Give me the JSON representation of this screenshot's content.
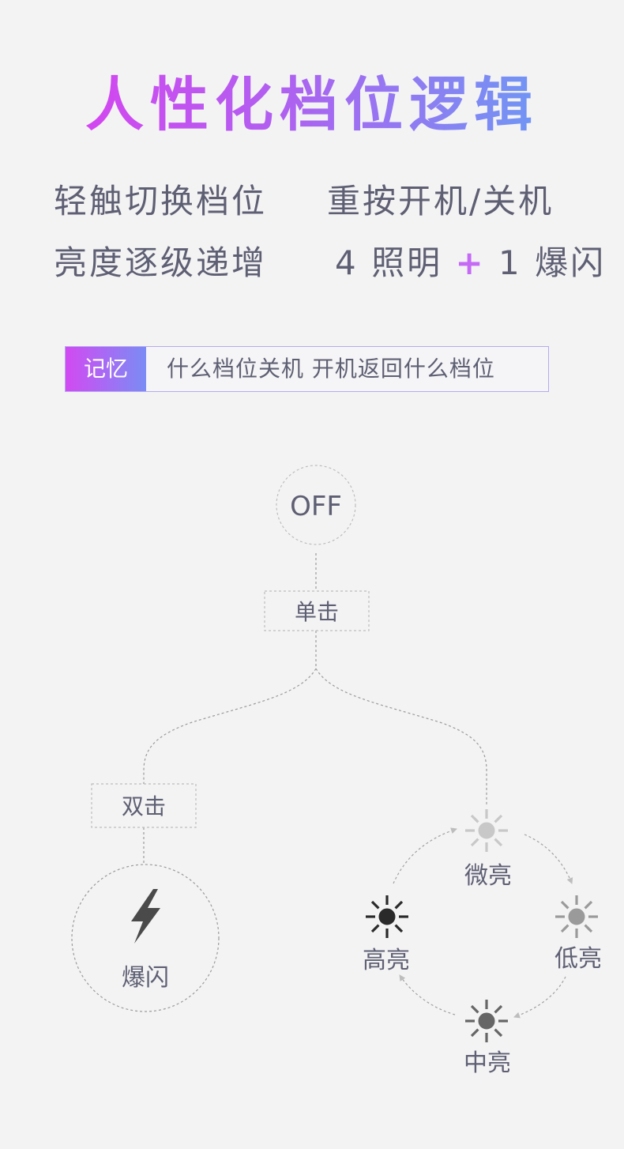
{
  "title": "人性化档位逻辑",
  "features": {
    "row1_left": "轻触切换档位",
    "row1_right": "重按开机/关机",
    "row2_left": "亮度逐级递增",
    "row2_right_a": "4 照明",
    "row2_plus": "+",
    "row2_right_b": "1 爆闪"
  },
  "memory": {
    "tag": "记忆",
    "text": "什么档位关机  开机返回什么档位"
  },
  "flow": {
    "off_label": "OFF",
    "single_click": "单击",
    "double_click": "双击",
    "strobe_label": "爆闪",
    "modes": [
      {
        "name": "微亮",
        "icon": "sun-icon",
        "color": "#c8c8c8"
      },
      {
        "name": "低亮",
        "icon": "sun-icon",
        "color": "#9a9a9a"
      },
      {
        "name": "中亮",
        "icon": "sun-icon",
        "color": "#666666"
      },
      {
        "name": "高亮",
        "icon": "sun-icon",
        "color": "#2a2a2a"
      }
    ]
  },
  "colors": {
    "title_gradient_start": "#e23cf0",
    "title_gradient_end": "#5aa8f5",
    "text": "#5e5f73",
    "plus": "#c46af5"
  }
}
